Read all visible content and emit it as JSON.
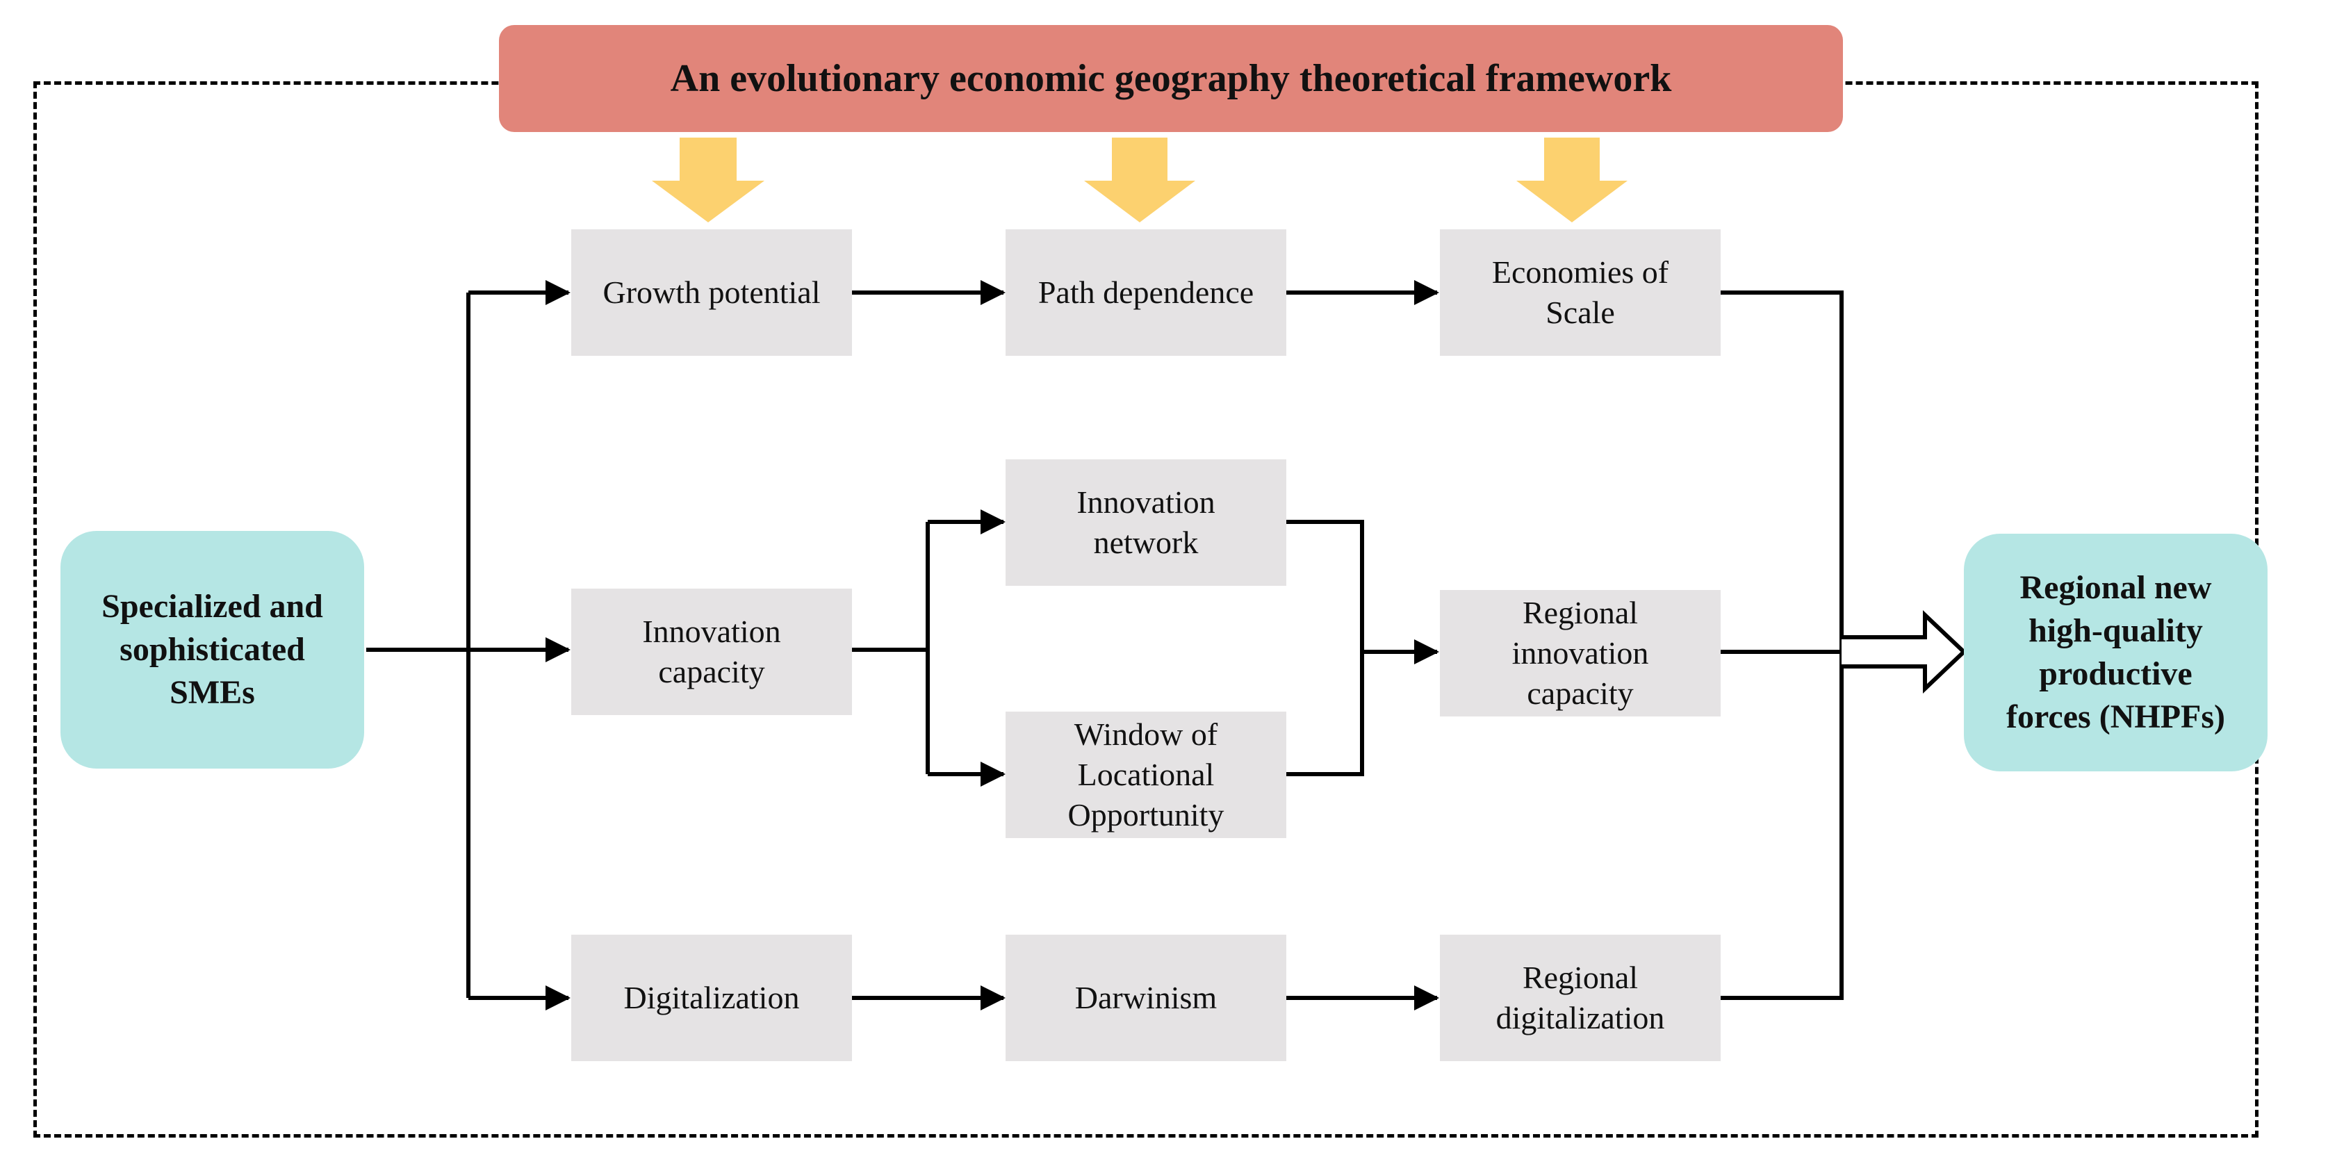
{
  "title": "An evolutionary economic geography theoretical framework",
  "source": "Specialized and\nsophisticated\nSMEs",
  "target": "Regional new\nhigh-quality\nproductive\nforces (NHPFs)",
  "row_top": [
    "Growth potential",
    "Path dependence",
    "Economies of\nScale"
  ],
  "row_mid": {
    "innovation_capacity": "Innovation\ncapacity",
    "innovation_network": "Innovation\nnetwork",
    "window": "Window of\nLocational\nOpportunity",
    "regional_innovation": "Regional\ninnovation\ncapacity"
  },
  "row_bottom": [
    "Digitalization",
    "Darwinism",
    "Regional\ndigitalization"
  ],
  "colors": {
    "banner": "#e1857a",
    "terminal": "#b5e6e4",
    "box": "#e5e3e4",
    "down_arrow": "#fcd16f"
  }
}
